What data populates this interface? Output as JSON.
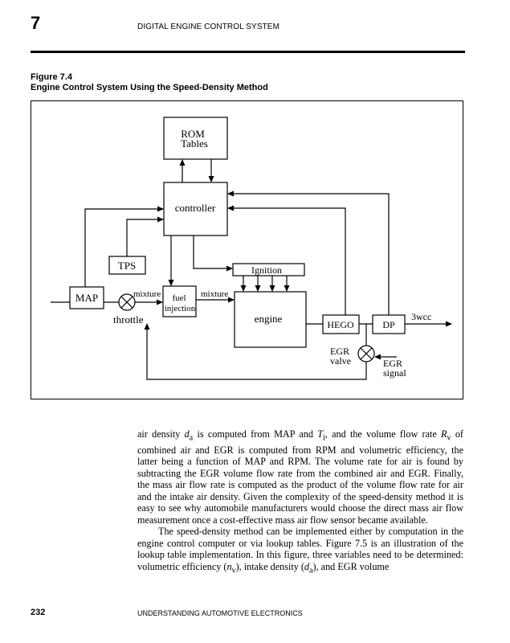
{
  "header": {
    "chapter_number": "7",
    "chapter_title": "DIGITAL ENGINE CONTROL SYSTEM"
  },
  "figure": {
    "label": "Figure 7.4",
    "caption": "Engine Control System Using the Speed-Density Method",
    "diagram": {
      "rom_line1": "ROM",
      "rom_line2": "Tables",
      "controller": "controller",
      "tps": "TPS",
      "ignition": "Ignition",
      "map": "MAP",
      "mixture_left": "mixture",
      "mixture_right": "mixture",
      "fuel_line1": "fuel",
      "fuel_line2": "injection",
      "engine": "engine",
      "hego": "HEGO",
      "dp": "DP",
      "output": "3wcc",
      "throttle": "throttle",
      "egr_valve_line1": "EGR",
      "egr_valve_line2": "valve",
      "egr_signal_line1": "EGR",
      "egr_signal_line2": "signal"
    }
  },
  "body": {
    "p1": {
      "t1": "air density ",
      "v1": "d",
      "s1": "a",
      "t2": " is computed from MAP and ",
      "v2": "T",
      "s2": "i",
      "t3": ", and the volume flow rate ",
      "v3": "R",
      "s3": "v",
      "t4": " of combined air and EGR is computed from RPM and volumetric efficiency, the latter being a function of MAP and RPM. The volume rate for air is found by subtracting the EGR volume flow rate from the combined air and EGR. Finally, the mass air flow rate is computed as the product of the volume flow rate for air and the intake air density. Given the complexity of the speed-density method it is easy to see why automobile manufacturers would choose the direct mass air flow measurement once a cost-effective mass air flow sensor became available."
    },
    "p2": {
      "t1": "The speed-density method can be implemented either by computation in the engine control computer or via lookup tables. Figure 7.5 is an illustration of the lookup table implementation. In this figure, three variables need to be determined: volumetric efficiency (",
      "v1": "n",
      "s1": "v",
      "t2": "), intake density (",
      "v2": "d",
      "s2": "a",
      "t3": "), and EGR volume"
    }
  },
  "footer": {
    "page_number": "232",
    "book_title": "UNDERSTANDING AUTOMOTIVE ELECTRONICS"
  }
}
